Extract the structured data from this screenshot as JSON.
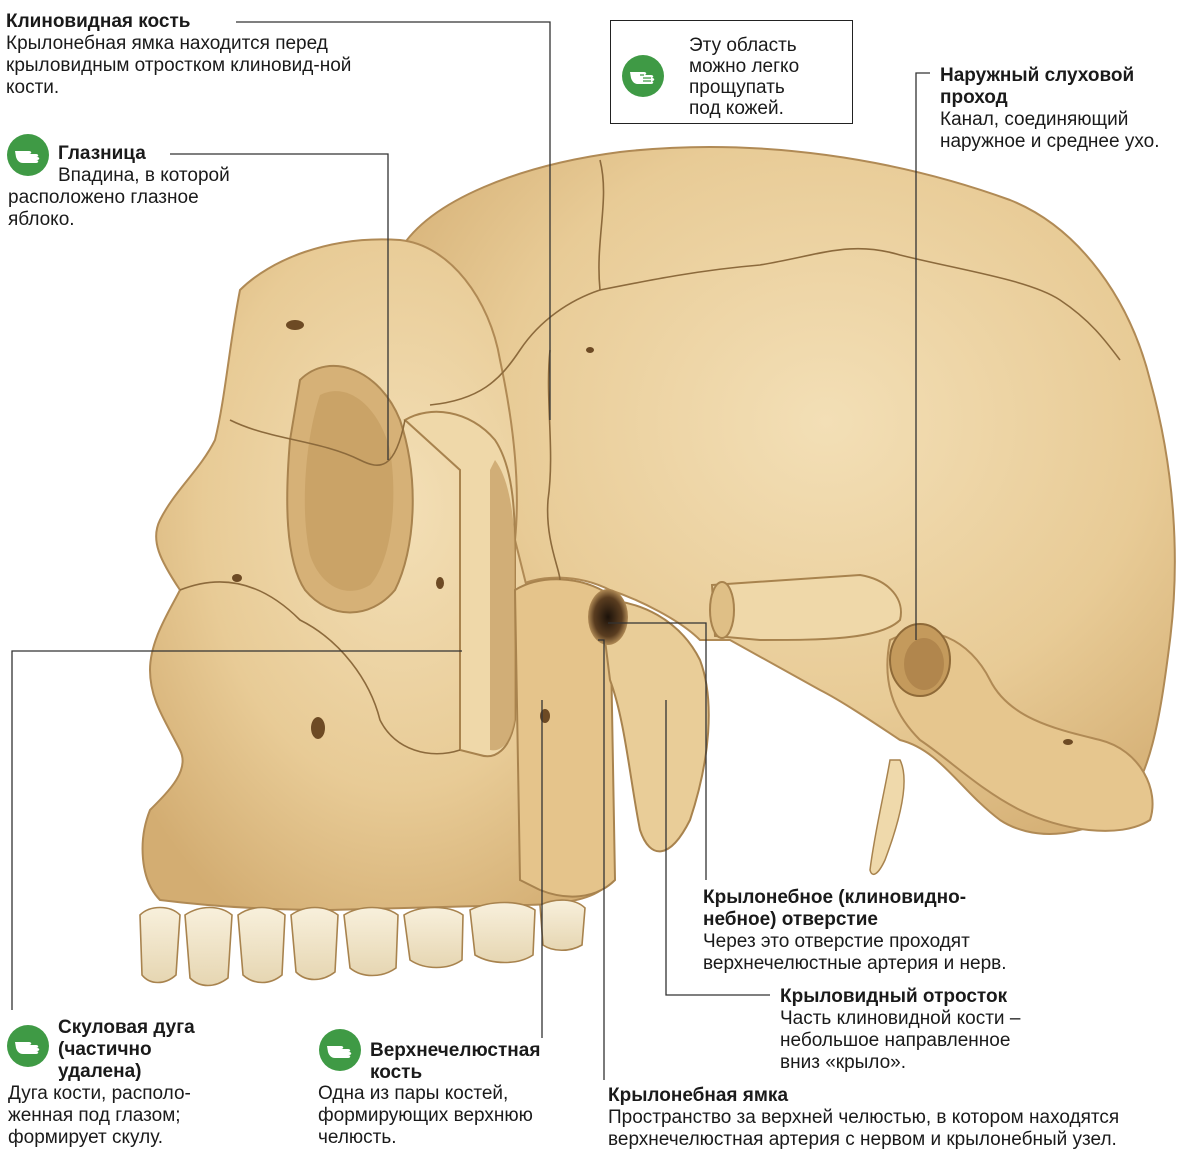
{
  "note": {
    "text": "Эту область\nможно легко\nпрощупать\nпод кожей.",
    "icon": "palpation-hand-icon"
  },
  "labels": {
    "sphenoid": {
      "title": "Клиновидная кость",
      "desc": "Крылонебная ямка находится перед крыловидным отростком клиновид-ной кости."
    },
    "orbit": {
      "title": "Глазница",
      "desc": "Впадина, в которой расположено глазное яблоко."
    },
    "ear_canal": {
      "title": "Наружный слуховой проход",
      "desc": "Канал, соединяющий наружное и среднее ухо."
    },
    "pterygopalatine_foramen": {
      "title": "Крылонебное (клиновидно-небное) отверстие",
      "desc": "Через это отверстие проходят верхнечелюстные артерия и нерв."
    },
    "pterygoid_process": {
      "title": "Крыловидный отросток",
      "desc": "Часть клиновидной кости – небольшое направленное вниз «крыло»."
    },
    "zygomatic_arch": {
      "title": "Скуловая дуга (частично удалена)",
      "desc": "Дуга кости, располо-женная под глазом; формирует скулу."
    },
    "maxilla": {
      "title": "Верхнечелюстная кость",
      "desc": "Одна из пары костей, формирующих верхнюю челюсть."
    },
    "pterygopalatine_fossa": {
      "title": "Крылонебная ямка",
      "desc": "Пространство за верхней челюстью, в котором находятся верхнечелюстная артерия с нервом и крылонебный узел."
    }
  },
  "colors": {
    "bone": "#ecd3a4",
    "bone_shadow": "#c9a46a",
    "bone_dark": "#a8834e",
    "line": "#333333",
    "icon_green": "#3f9a45"
  }
}
